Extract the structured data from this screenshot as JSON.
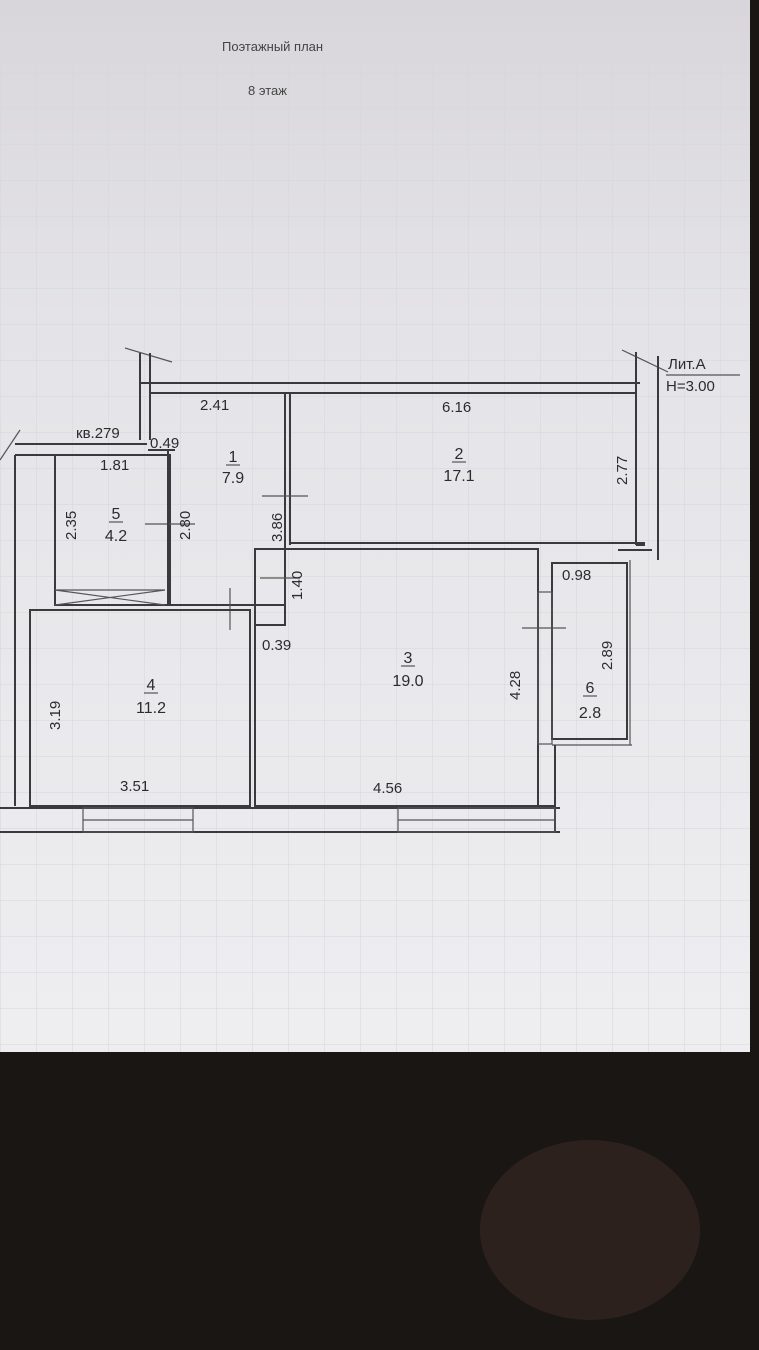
{
  "header": {
    "title": "Поэтажный план",
    "floor": "8 этаж"
  },
  "building": {
    "litera": "Лит.А",
    "height": "H=3.00"
  },
  "apartment": "кв.279",
  "rooms": [
    {
      "no": "1",
      "area": "7.9"
    },
    {
      "no": "2",
      "area": "17.1"
    },
    {
      "no": "3",
      "area": "19.0"
    },
    {
      "no": "4",
      "area": "11.2"
    },
    {
      "no": "5",
      "area": "4.2"
    },
    {
      "no": "6",
      "area": "2.8"
    }
  ],
  "dimensions": {
    "d241": "2.41",
    "d616": "6.16",
    "d049": "0.49",
    "d181": "1.81",
    "d235": "2.35",
    "d280": "2.80",
    "d386": "3.86",
    "d140": "1.40",
    "d277": "2.77",
    "d098": "0.98",
    "d039": "0.39",
    "d428": "4.28",
    "d289": "2.89",
    "d319": "3.19",
    "d351": "3.51",
    "d456": "4.56"
  },
  "colors": {
    "paper": "#e9e9ec",
    "lines": "#3a3a3c",
    "dark": "#1a1614"
  }
}
